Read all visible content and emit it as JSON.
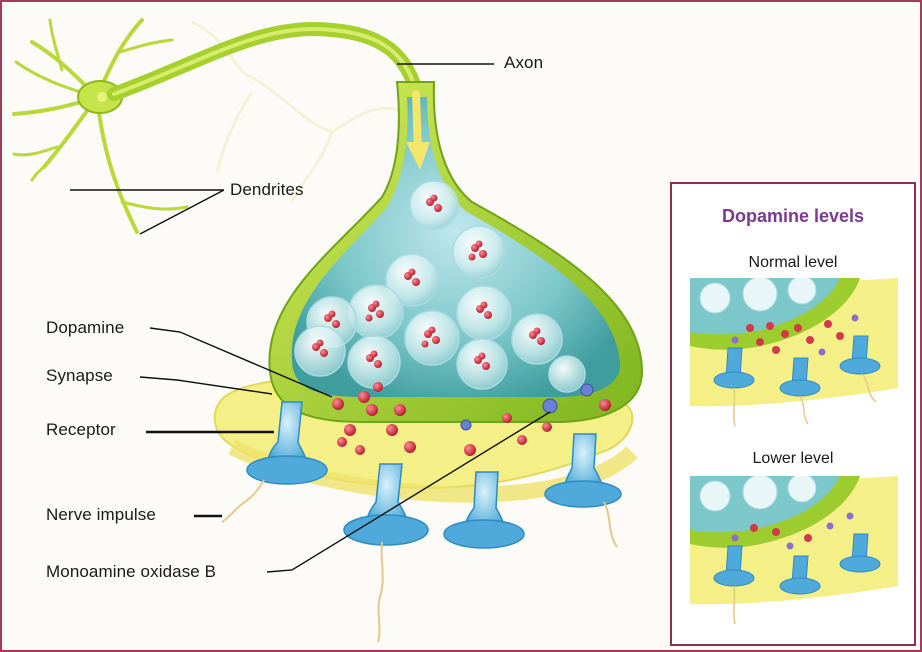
{
  "labels": {
    "axon": "Axon",
    "dendrites": "Dendrites",
    "dopamine": "Dopamine",
    "synapse": "Synapse",
    "receptor": "Receptor",
    "nerve_impulse": "Nerve impulse",
    "monoamine_oxidase_b": "Monoamine oxidase B"
  },
  "inset": {
    "title": "Dopamine levels",
    "normal": "Normal level",
    "lower": "Lower level"
  },
  "colors": {
    "frame": "#a63a5a",
    "inset_border": "#8a2f56",
    "inset_title": "#7a3a8e",
    "neuron_green": "#9ccc2e",
    "synapse_yellow": "#f3ee8a",
    "receptor_blue": "#5ab4e0",
    "dopamine_red": "#d23a4a"
  }
}
